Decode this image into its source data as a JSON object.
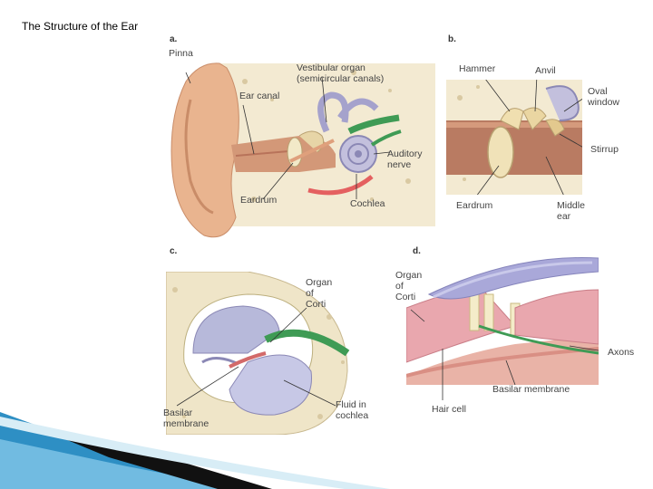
{
  "slide": {
    "title": "The Structure of the Ear"
  },
  "panels": {
    "a": {
      "letter": "a.",
      "labels": {
        "pinna": "Pinna",
        "ear_canal": "Ear canal",
        "vestibular_organ": "Vestibular organ\n(semicircular canals)",
        "auditory_nerve": "Auditory\nnerve",
        "eardrum": "Eardrum",
        "cochlea": "Cochlea"
      }
    },
    "b": {
      "letter": "b.",
      "labels": {
        "hammer": "Hammer",
        "anvil": "Anvil",
        "oval_window": "Oval\nwindow",
        "stirrup": "Stirrup",
        "eardrum": "Eardrum",
        "middle_ear": "Middle\near"
      }
    },
    "c": {
      "letter": "c.",
      "labels": {
        "organ_of_corti": "Organ\nof\nCorti",
        "basilar_membrane": "Basilar\nmembrane",
        "fluid_in_cochlea": "Fluid in\ncochlea"
      }
    },
    "d": {
      "letter": "d.",
      "labels": {
        "organ_of_corti": "Organ\nof\nCorti",
        "axons": "Axons",
        "basilar_membrane": "Basilar membrane",
        "hair_cell": "Hair cell"
      }
    }
  },
  "colors": {
    "skin": "#e9b48f",
    "bone": "#efe5c8",
    "membrane": "#c7c8e6",
    "nerve": "#3f9b55",
    "accent_blue": "#2e8fc4"
  }
}
